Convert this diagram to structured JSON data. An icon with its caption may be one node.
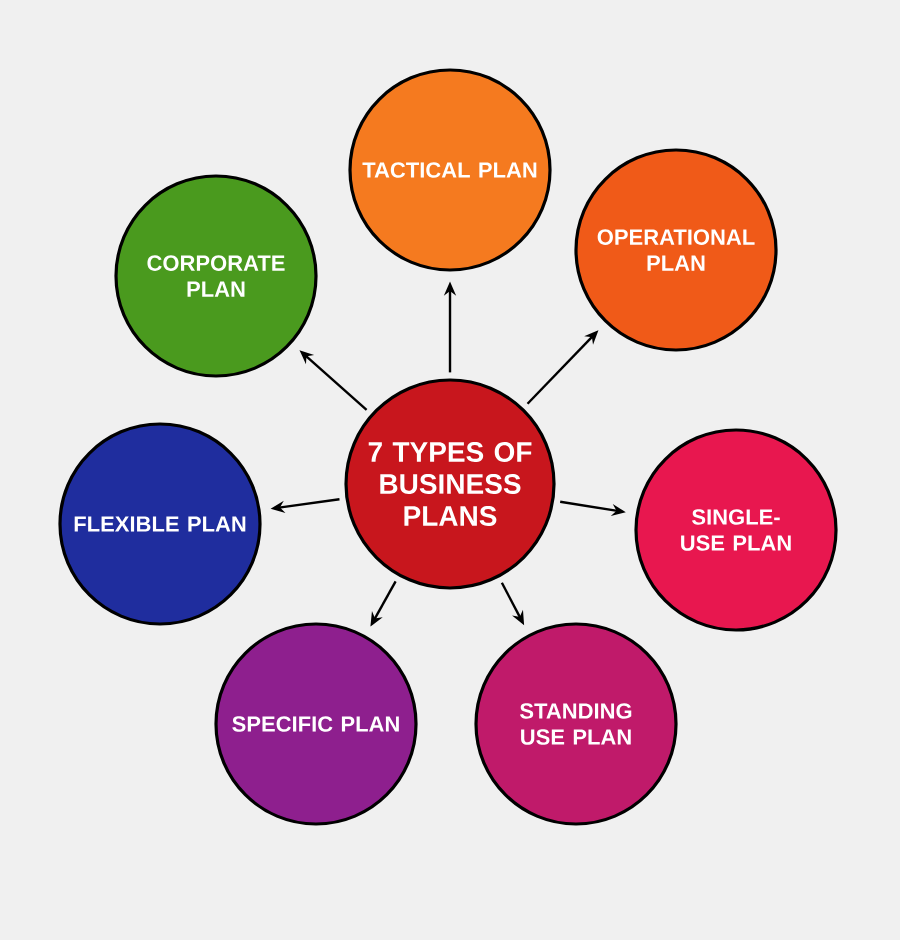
{
  "diagram": {
    "nodes": [
      {
        "text": [
          "7 TYPES OF BUSINESS PLANS"
        ]
      },
      {
        "text": [
          "TACTICAL PLAN"
        ]
      },
      {
        "text": [
          "OPERATIONAL PLAN"
        ]
      },
      {
        "text": [
          "SINGLE-USE PLAN"
        ]
      },
      {
        "text": [
          "STANDING USE PLAN"
        ]
      },
      {
        "text": [
          "SPECIFIC PLAN"
        ]
      },
      {
        "text": [
          "FLEXIBLE PLAN"
        ]
      },
      {
        "text": [
          "CORPORATE PLAN"
        ]
      }
    ],
    "edges": [
      {
        "from": 0,
        "to": 1,
        "arrow": "to"
      },
      {
        "from": 0,
        "to": 2,
        "arrow": "to"
      },
      {
        "from": 0,
        "to": 3,
        "arrow": "to"
      },
      {
        "from": 0,
        "to": 4,
        "arrow": "to"
      },
      {
        "from": 0,
        "to": 5,
        "arrow": "to"
      },
      {
        "from": 0,
        "to": 6,
        "arrow": "to"
      },
      {
        "from": 0,
        "to": 7,
        "arrow": "to"
      }
    ]
  }
}
